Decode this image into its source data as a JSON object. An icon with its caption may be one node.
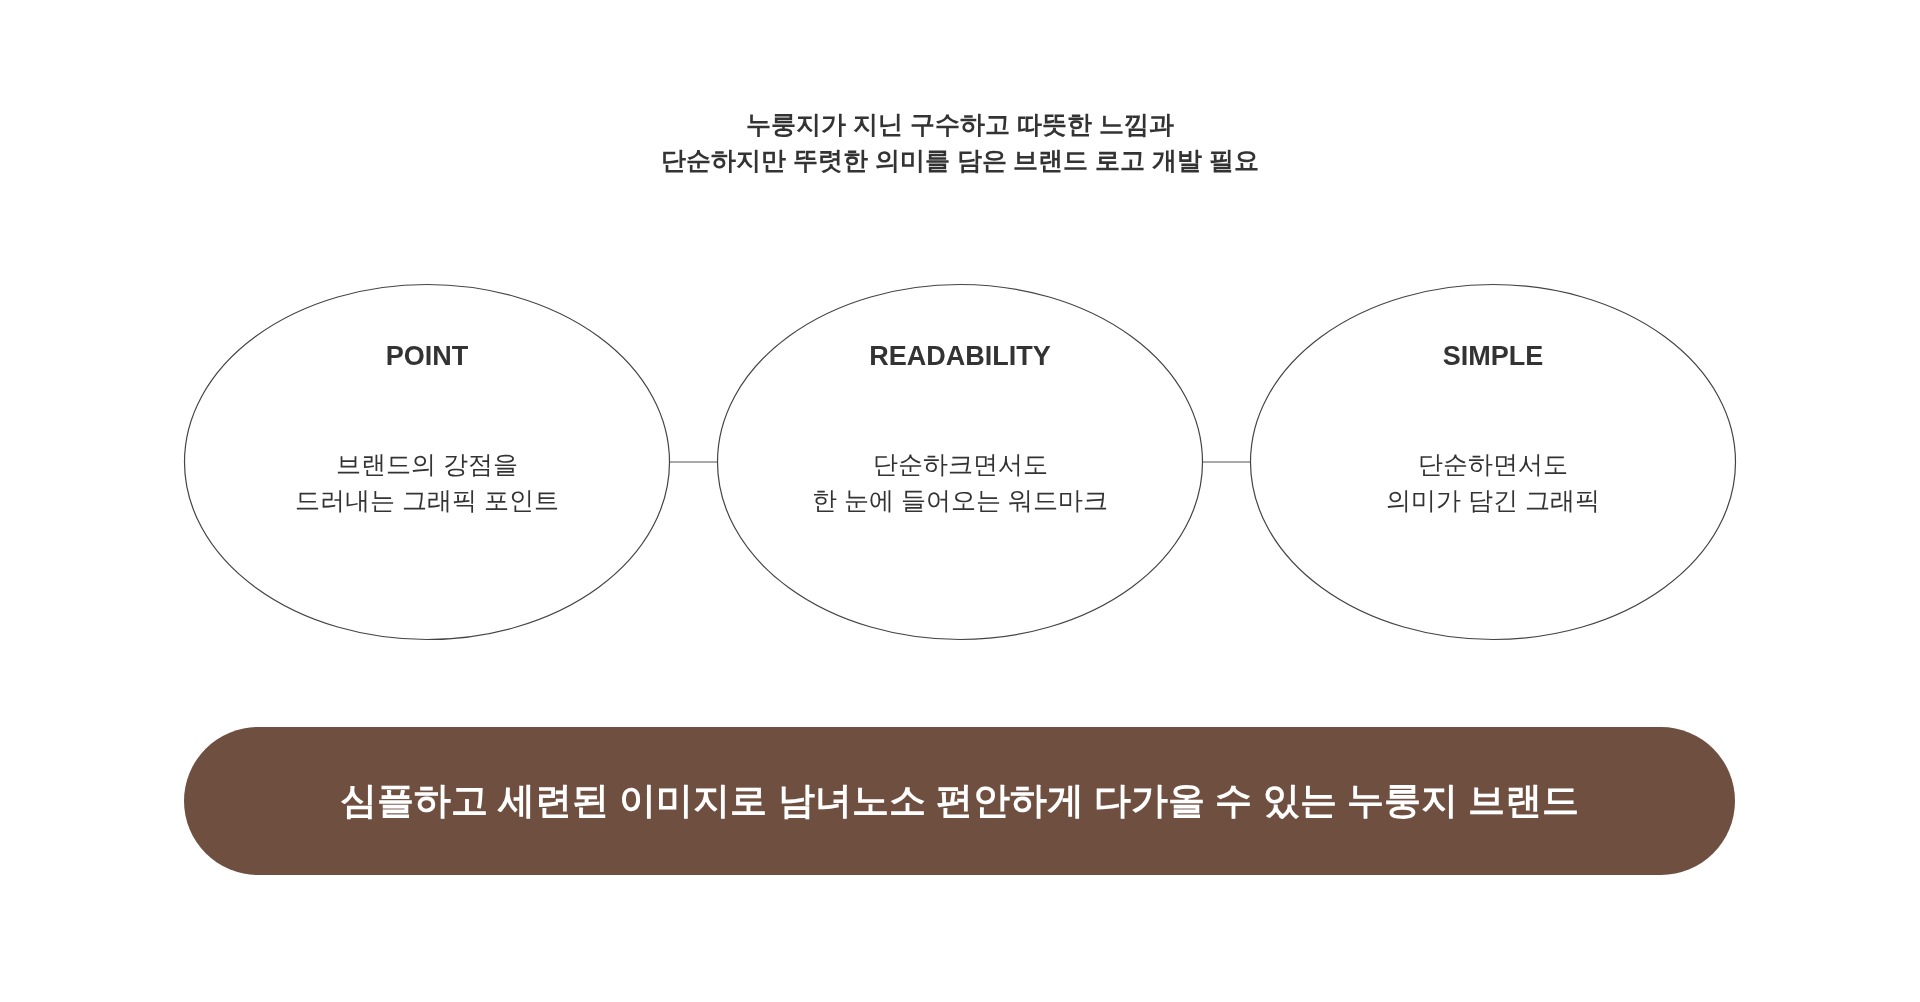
{
  "diagram": {
    "title": "누룽지가 지닌 구수하고 따뜻한 느낌과 단순하지만 뚜렷한 의미를 담은 브랜드 로고 개발 필요",
    "nodes": [
      {
        "text": [
          "POINT",
          "브랜드의 강점을 드러내는 그래픽 포인트"
        ]
      },
      {
        "text": [
          "READABILITY",
          "단순하크면서도 한 눈에 들어오는 워드마크"
        ]
      },
      {
        "text": [
          "SIMPLE",
          "단순하면서도 의미가 담긴 그래픽"
        ]
      },
      {
        "text": [
          "심플하고 세련된 이미지로 남녀노소 편안하게 다가올 수 있는 누룽지 브랜드"
        ]
      }
    ],
    "edges": [
      {
        "from": 0,
        "to": 1,
        "arrow": "none"
      },
      {
        "from": 1,
        "to": 2,
        "arrow": "none"
      }
    ]
  }
}
